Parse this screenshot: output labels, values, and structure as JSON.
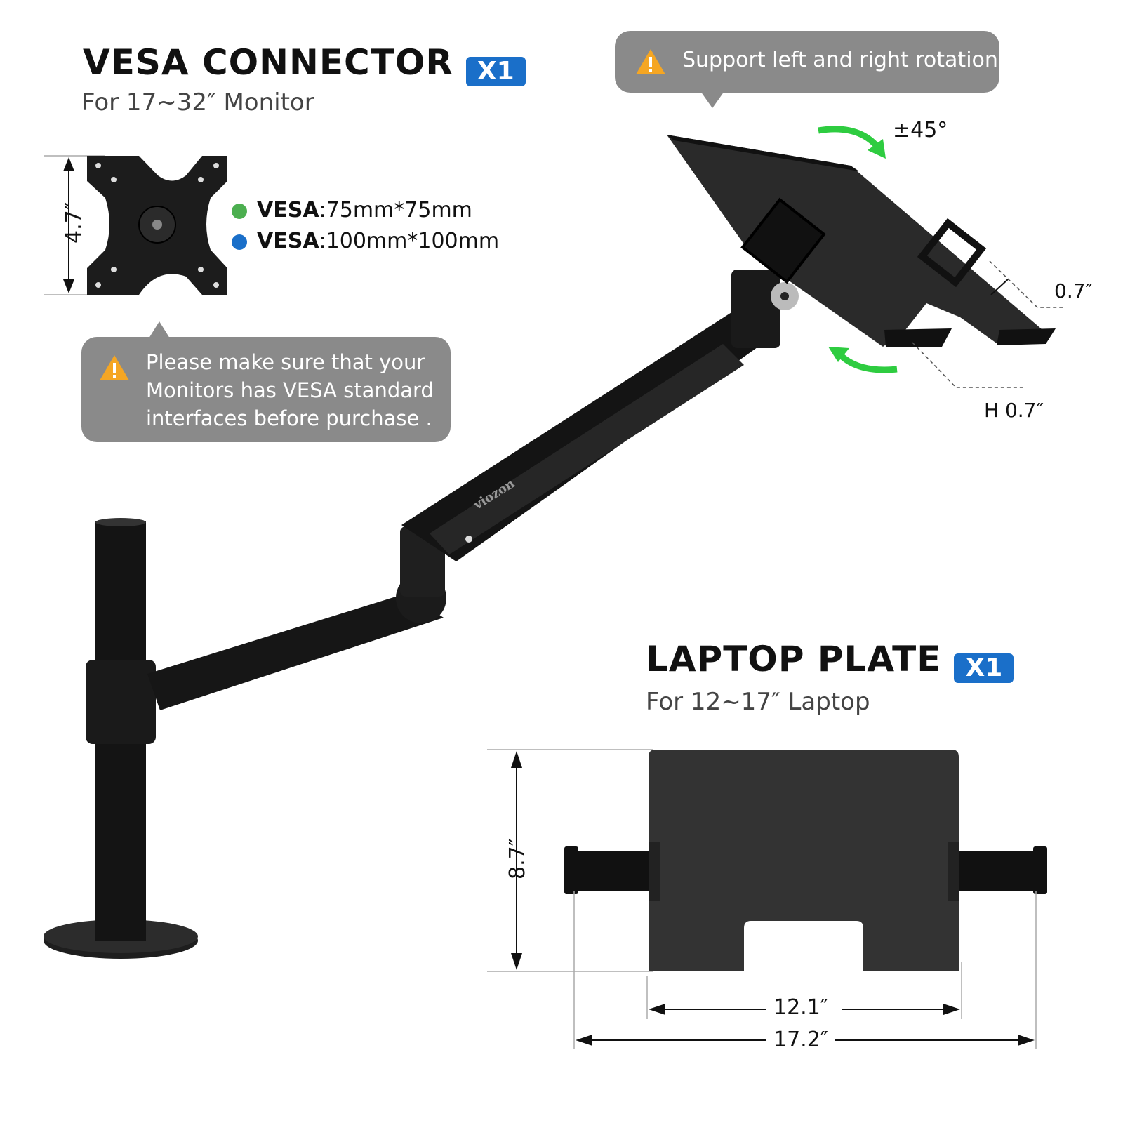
{
  "vesa": {
    "title": "VESA CONNECTOR",
    "badge": "X1",
    "subtitle": "For 17~32″ Monitor",
    "height_dim": "4.7″",
    "specs": [
      {
        "label": "VESA",
        "value": ":75mm*75mm",
        "color": "#4caf50"
      },
      {
        "label": "VESA",
        "value": ":100mm*100mm",
        "color": "#1a6fc9"
      }
    ]
  },
  "warning_vesa": {
    "lines": [
      "Please make sure that your",
      "Monitors has VESA standard",
      "interfaces before purchase ."
    ]
  },
  "rotation_callout": {
    "text": "Support left and right rotation"
  },
  "rotation_angle": "±45°",
  "plate_dims": {
    "depth": "0.7″",
    "hook_height": "H 0.7″"
  },
  "brand": "viozon",
  "laptop": {
    "title": "LAPTOP PLATE",
    "badge": "X1",
    "subtitle": "For 12~17″ Laptop",
    "height_dim": "8.7″",
    "width_inner": "12.1″",
    "width_outer": "17.2″"
  },
  "colors": {
    "badge": "#1a6fc9",
    "callout_bg": "#8a8a8a",
    "warning": "#f5a623",
    "arrow": "#2ecc40",
    "metal": "#1a1a1a"
  }
}
